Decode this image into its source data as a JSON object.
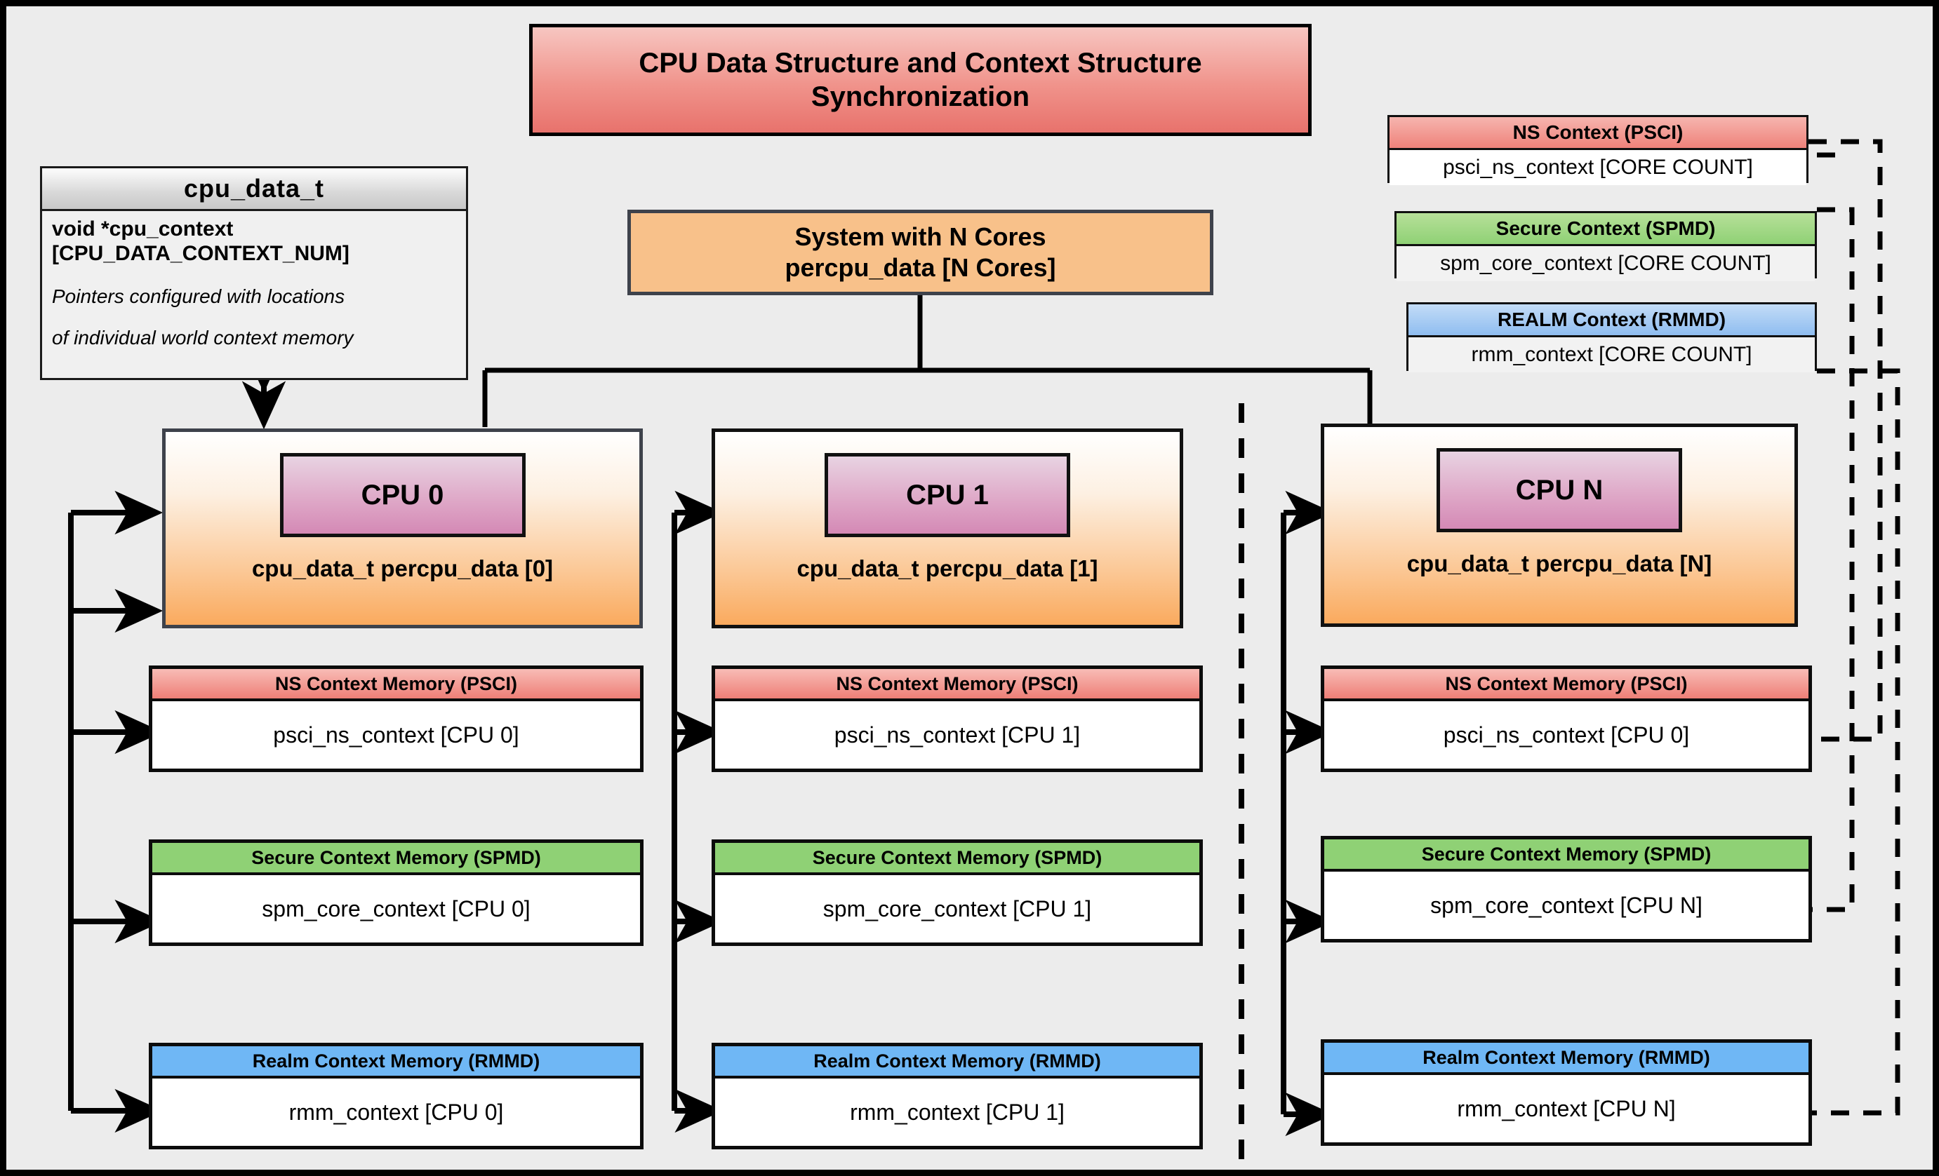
{
  "title": "CPU Data Structure and Context Structure Synchronization",
  "struct": {
    "name": "cpu_data_t",
    "field_line1": "void  *cpu_context",
    "field_line2": "[CPU_DATA_CONTEXT_NUM]",
    "note_line1": "Pointers configured with locations",
    "note_line2": "of individual world context memory"
  },
  "system": {
    "line1": "System with N Cores",
    "line2": "percpu_data [N Cores]"
  },
  "legend": [
    {
      "key": "ns",
      "header": "NS Context  (PSCI)",
      "body": "psci_ns_context [CORE COUNT]"
    },
    {
      "key": "sec",
      "header": "Secure Context (SPMD)",
      "body": "spm_core_context [CORE COUNT]"
    },
    {
      "key": "rlm",
      "header": "REALM Context (RMMD)",
      "body": "rmm_context [CORE COUNT]"
    }
  ],
  "columns": [
    {
      "badge": "CPU 0",
      "card_label": "cpu_data_t percpu_data [0]",
      "contexts": [
        {
          "key": "ns",
          "header": "NS Context Memory (PSCI)",
          "body": "psci_ns_context [CPU 0]"
        },
        {
          "key": "sec",
          "header": "Secure Context Memory (SPMD)",
          "body": "spm_core_context [CPU 0]"
        },
        {
          "key": "rlm",
          "header": "Realm Context Memory (RMMD)",
          "body": "rmm_context [CPU 0]"
        }
      ]
    },
    {
      "badge": "CPU 1",
      "card_label": "cpu_data_t percpu_data [1]",
      "contexts": [
        {
          "key": "ns",
          "header": "NS Context Memory (PSCI)",
          "body": "psci_ns_context [CPU 1]"
        },
        {
          "key": "sec",
          "header": "Secure Context Memory (SPMD)",
          "body": "spm_core_context [CPU 1]"
        },
        {
          "key": "rlm",
          "header": "Realm Context Memory (RMMD)",
          "body": "rmm_context [CPU 1]"
        }
      ]
    },
    {
      "badge": "CPU N",
      "card_label": "cpu_data_t percpu_data [N]",
      "contexts": [
        {
          "key": "ns",
          "header": "NS Context Memory (PSCI)",
          "body": "psci_ns_context [CPU 0]"
        },
        {
          "key": "sec",
          "header": "Secure Context Memory (SPMD)",
          "body": "spm_core_context [CPU N]"
        },
        {
          "key": "rlm",
          "header": "Realm Context Memory (RMMD)",
          "body": "rmm_context [CPU N]"
        }
      ]
    }
  ],
  "colors": {
    "ns": "#ef827a",
    "secure": "#8fd175",
    "realm": "#6fb7f5",
    "cpu_card": "#faaa5e",
    "cpu_badge": "#d489b5",
    "title": "#e8726c",
    "background": "#ececec"
  }
}
